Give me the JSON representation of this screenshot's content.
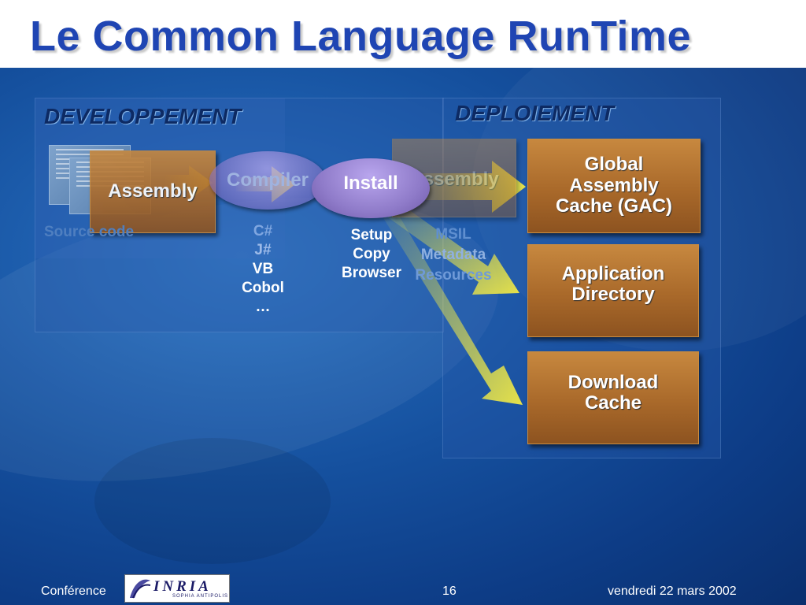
{
  "title": "Le Common Language RunTime",
  "development": {
    "title": "DEVELOPPEMENT",
    "source_code_label": "Source code",
    "compiler_label": "Compiler",
    "assembly_label": "Assembly",
    "languages": [
      "C#",
      "J#",
      "VB",
      "Cobol",
      "…"
    ]
  },
  "deployment": {
    "title": "DEPLOIEMENT",
    "install_label": "Install",
    "install_methods": [
      "Setup",
      "Copy",
      "Browser"
    ],
    "assembly_label": "Assembly",
    "assembly_contents": [
      "MSIL",
      "Metadata",
      "Resources"
    ],
    "targets": [
      {
        "lines": [
          "Global",
          "Assembly",
          "Cache (GAC)"
        ]
      },
      {
        "lines": [
          "Application",
          "Directory"
        ]
      },
      {
        "lines": [
          "Download",
          "Cache"
        ]
      }
    ]
  },
  "footer": {
    "left": "Conférence",
    "page": "16",
    "date": "vendredi 22 mars 2002",
    "logo_text": "INRIA",
    "logo_sub": "SOPHIA ANTIPOLIS"
  },
  "colors": {
    "title": "#1f45b3",
    "background": "#15509e",
    "box": "#a9692a",
    "ellipse": "#8f7bc9",
    "arrow": "#e6e24a"
  }
}
